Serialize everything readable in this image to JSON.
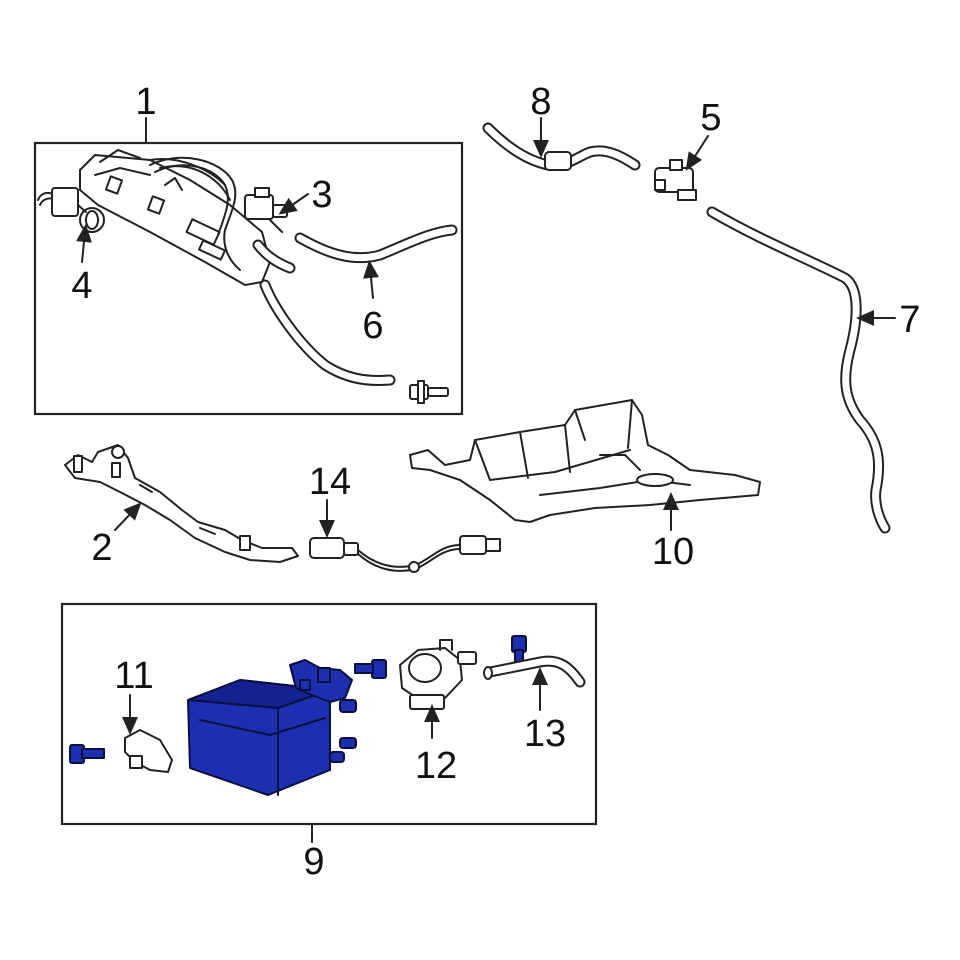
{
  "callouts": {
    "c1": "1",
    "c2": "2",
    "c3": "3",
    "c4": "4",
    "c5": "5",
    "c6": "6",
    "c7": "7",
    "c8": "8",
    "c9": "9",
    "c10": "10",
    "c11": "11",
    "c12": "12",
    "c13": "13",
    "c14": "14"
  },
  "colors": {
    "highlight": "#1c2fb0",
    "line": "#222222",
    "background": "#ffffff"
  }
}
